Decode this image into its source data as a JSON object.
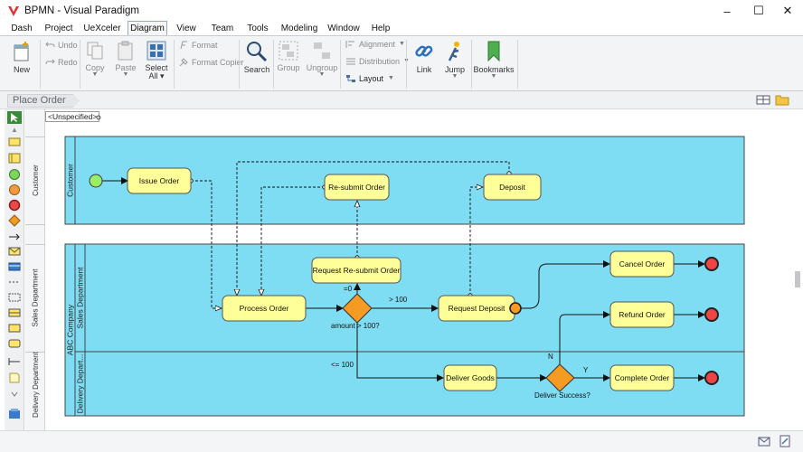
{
  "window": {
    "title": "BPMN - Visual Paradigm",
    "controls": {
      "minimize": "–",
      "maximize": "☐",
      "close": "✕"
    }
  },
  "menubar": {
    "items": [
      "Dash",
      "Project",
      "UeXceler",
      "Diagram",
      "View",
      "Team",
      "Tools",
      "Modeling",
      "Window",
      "Help"
    ],
    "active": "Diagram"
  },
  "ribbon": {
    "new": "New",
    "undo": "Undo",
    "redo": "Redo",
    "copy": "Copy",
    "paste": "Paste",
    "select": "Select",
    "select_sub": "All",
    "format": "Format",
    "format_copier": "Format Copier",
    "search": "Search",
    "group": "Group",
    "ungroup": "Ungroup",
    "alignment": "Alignment",
    "distribution": "Distribution",
    "layout": "Layout",
    "link": "Link",
    "jump": "Jump",
    "bookmarks": "Bookmarks"
  },
  "breadcrumb": {
    "current": "Place Order"
  },
  "canvas_tab": "<Unspecified>",
  "diagram": {
    "pools": {
      "customer": "Customer",
      "company": "ABC Company",
      "sales": "Sales Department",
      "delivery": "Delivery Depart..."
    },
    "tasks": {
      "issue_order": "Issue Order",
      "resubmit_order": "Re-submit Order",
      "deposit": "Deposit",
      "request_resubmit": "Request Re-submit Order",
      "process_order": "Process Order",
      "request_deposit": "Request Deposit",
      "cancel_order": "Cancel Order",
      "refund_order": "Refund Order",
      "deliver_goods": "Deliver Goods",
      "complete_order": "Complete Order"
    },
    "gateways": {
      "amount": "amount > 100?",
      "delivery": "Deliver Success?"
    },
    "flow_labels": {
      "eq0": "=0",
      "gt100": "> 100",
      "le100": "<= 100",
      "n": "N",
      "y": "Y"
    }
  },
  "colors": {
    "lane": "#7fddf3",
    "task": "#ffff99",
    "task_border": "#8a8a3a",
    "gateway": "#f59a23",
    "start": "#99ee66",
    "end": "#ee4444",
    "lane_border": "#444444"
  }
}
